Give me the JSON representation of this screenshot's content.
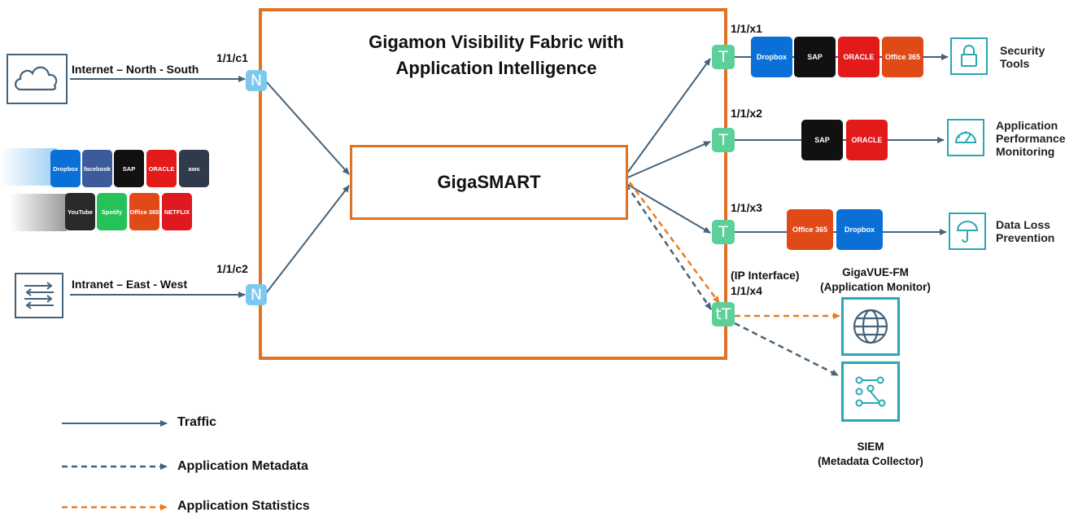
{
  "title": {
    "line1": "Gigamon Visibility Fabric with",
    "line2": "Application Intelligence"
  },
  "gigasmart": "GigaSMART",
  "sources": {
    "internet": "Internet – North - South",
    "intranet": "Intranet – East - West"
  },
  "ports": {
    "c1": {
      "label": "1/1/c1",
      "symbol": "N"
    },
    "c2": {
      "label": "1/1/c2",
      "symbol": "N"
    },
    "x1": {
      "label": "1/1/x1",
      "symbol": "T"
    },
    "x2": {
      "label": "1/1/x2",
      "symbol": "T"
    },
    "x3": {
      "label": "1/1/x3",
      "symbol": "T"
    },
    "x4": {
      "label": "1/1/x4",
      "symbol": "tT",
      "note": "(IP Interface)"
    }
  },
  "app_tiles": {
    "row1": [
      {
        "name": "Dropbox",
        "color": "#0b6fd8"
      },
      {
        "name": "facebook",
        "color": "#3b5b9a"
      },
      {
        "name": "SAP",
        "color": "#111111"
      },
      {
        "name": "ORACLE",
        "color": "#e21a1a"
      },
      {
        "name": "aws",
        "color": "#2f3b4a"
      }
    ],
    "row2": [
      {
        "name": "YouTube",
        "color": "#2a2a2a"
      },
      {
        "name": "Spotify",
        "color": "#27c15a"
      },
      {
        "name": "Office 365",
        "color": "#e04a17"
      },
      {
        "name": "NETFLIX",
        "color": "#e0181f"
      }
    ],
    "x1": [
      {
        "name": "Dropbox",
        "color": "#0b6fd8"
      },
      {
        "name": "SAP",
        "color": "#111111"
      },
      {
        "name": "ORACLE",
        "color": "#e21a1a"
      },
      {
        "name": "Office 365",
        "color": "#e04a17"
      }
    ],
    "x2": [
      {
        "name": "SAP",
        "color": "#111111"
      },
      {
        "name": "ORACLE",
        "color": "#e21a1a"
      }
    ],
    "x3": [
      {
        "name": "Office 365",
        "color": "#e04a17"
      },
      {
        "name": "Dropbox",
        "color": "#0b6fd8"
      }
    ]
  },
  "destinations": {
    "security": {
      "line1": "Security",
      "line2": "Tools"
    },
    "apm": {
      "line1": "Application",
      "line2": "Performance",
      "line3": "Monitoring"
    },
    "dlp": {
      "line1": "Data Loss",
      "line2": "Prevention"
    },
    "fm": {
      "line1": "GigaVUE-FM",
      "line2": "(Application Monitor)"
    },
    "siem": {
      "line1": "SIEM",
      "line2": "(Metadata Collector)"
    }
  },
  "legend": {
    "traffic": "Traffic",
    "metadata": "Application Metadata",
    "statistics": "Application Statistics"
  },
  "colors": {
    "fabric_border": "#e07224",
    "line": "#44627a",
    "statistics_line": "#f07a1a",
    "icon_teal": "#2aa7b5",
    "port_n": "#7dc8ee",
    "port_t": "#5dd09a"
  }
}
